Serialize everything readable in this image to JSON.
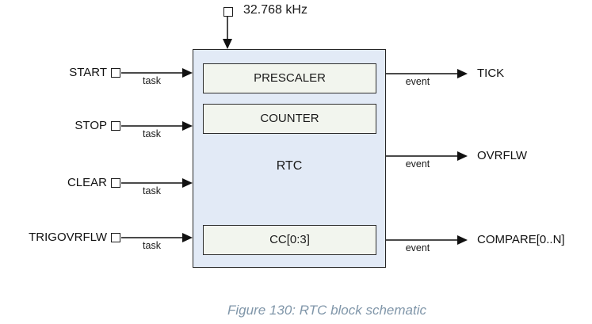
{
  "diagram": {
    "clock": {
      "label": "32.768 kHz"
    },
    "block": {
      "title": "RTC",
      "subblocks": [
        {
          "label": "PRESCALER"
        },
        {
          "label": "COUNTER"
        },
        {
          "label": "CC[0:3]"
        }
      ]
    },
    "inputs": [
      {
        "label": "START",
        "signal": "task"
      },
      {
        "label": "STOP",
        "signal": "task"
      },
      {
        "label": "CLEAR",
        "signal": "task"
      },
      {
        "label": "TRIGOVRFLW",
        "signal": "task"
      }
    ],
    "outputs": [
      {
        "label": "TICK",
        "signal": "event"
      },
      {
        "label": "OVRFLW",
        "signal": "event"
      },
      {
        "label": "COMPARE[0..N]",
        "signal": "event"
      }
    ]
  },
  "caption": "Figure 130: RTC block schematic",
  "colors": {
    "block_fill": "#e2eaf6",
    "subblock_fill": "#f2f5ee",
    "block_border": "#262626",
    "connector_line": "#4a4a4a",
    "arrowhead": "#111111",
    "caption_text": "#8096a9"
  }
}
